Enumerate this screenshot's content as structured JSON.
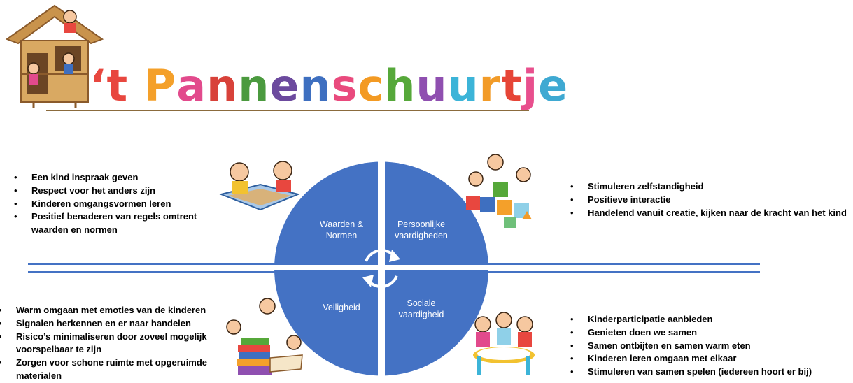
{
  "logo": {
    "title_letters": [
      {
        "ch": "‘t",
        "color": "#e8473f"
      },
      {
        "ch": " ",
        "color": "#000000"
      },
      {
        "ch": "P",
        "color": "#f4a02a"
      },
      {
        "ch": "a",
        "color": "#e24a8c"
      },
      {
        "ch": "n",
        "color": "#d8423a"
      },
      {
        "ch": "n",
        "color": "#4b9a3f"
      },
      {
        "ch": "e",
        "color": "#6c4a9e"
      },
      {
        "ch": "n",
        "color": "#3e6fc0"
      },
      {
        "ch": "s",
        "color": "#e94a7d"
      },
      {
        "ch": "c",
        "color": "#f39a23"
      },
      {
        "ch": "h",
        "color": "#56a83a"
      },
      {
        "ch": "u",
        "color": "#8f4fb0"
      },
      {
        "ch": "u",
        "color": "#3cb4d8"
      },
      {
        "ch": "r",
        "color": "#f29b28"
      },
      {
        "ch": "t",
        "color": "#e64537"
      },
      {
        "ch": "j",
        "color": "#e84f8d"
      },
      {
        "ch": "e",
        "color": "#3fa9d2"
      }
    ],
    "illustration": "treehouse-with-children"
  },
  "diagram": {
    "quadrants": [
      {
        "label": "Waarden &\nNormen"
      },
      {
        "label": "Persoonlijke\nvaardigheden"
      },
      {
        "label": "Veiligheid"
      },
      {
        "label": "Sociale\nvaardigheid"
      }
    ],
    "center_icon": "cycle-arrows-icon",
    "color": "#4472c4"
  },
  "lists": {
    "top_left": [
      "Een kind inspraak geven",
      "Respect voor het anders zijn",
      "Kinderen omgangsvormen leren",
      "Positief benaderen van regels omtrent waarden en normen"
    ],
    "top_right": [
      "Stimuleren zelfstandigheid",
      "Positieve interactie",
      "Handelend vanuit creatie, kijken naar de kracht van het kind"
    ],
    "bottom_left": [
      "Warm omgaan met emoties van de kinderen",
      "Signalen herkennen en er naar handelen",
      "Risico’s minimaliseren door zoveel mogelijk voorspelbaar te zijn",
      "Zorgen voor schone ruimte met opgeruimde materialen"
    ],
    "bottom_right": [
      "Kinderparticipatie aanbieden",
      "Genieten doen we samen",
      "Samen ontbijten en samen warm eten",
      "Kinderen leren omgaan met elkaar",
      "Stimuleren van samen spelen (iedereen hoort er bij)"
    ]
  },
  "illustrations": {
    "top_left": "children-sandbox",
    "top_right": "children-blocks",
    "bottom_left": "children-books",
    "bottom_right": "children-table"
  }
}
